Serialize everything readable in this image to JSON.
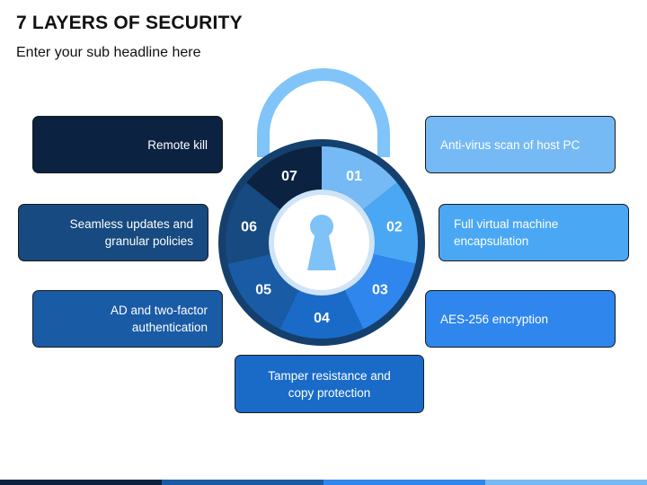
{
  "header": {
    "title": "7 LAYERS OF SECURITY",
    "subtitle": "Enter your sub headline here"
  },
  "layers": [
    {
      "number": "01",
      "label": "Anti-virus scan of host PC",
      "color": "#75baf5"
    },
    {
      "number": "02",
      "label": "Full virtual machine encapsulation",
      "color": "#4aa7f4"
    },
    {
      "number": "03",
      "label": "AES-256 encryption",
      "color": "#2f86ec"
    },
    {
      "number": "04",
      "label": "Tamper resistance and copy protection",
      "color": "#1a6bc8"
    },
    {
      "number": "05",
      "label": "AD and two-factor authentication",
      "color": "#1a5ba6"
    },
    {
      "number": "06",
      "label": "Seamless updates and granular policies",
      "color": "#164a80"
    },
    {
      "number": "07",
      "label": "Remote kill",
      "color": "#0b2340"
    }
  ],
  "lock": {
    "shackle_color": "#80c4fa",
    "outer_ring_color": "#15406e",
    "inner_circle_color": "#ffffff",
    "inner_ring_color": "#cfe4f7",
    "keyhole_color": "#7ec2f7"
  }
}
